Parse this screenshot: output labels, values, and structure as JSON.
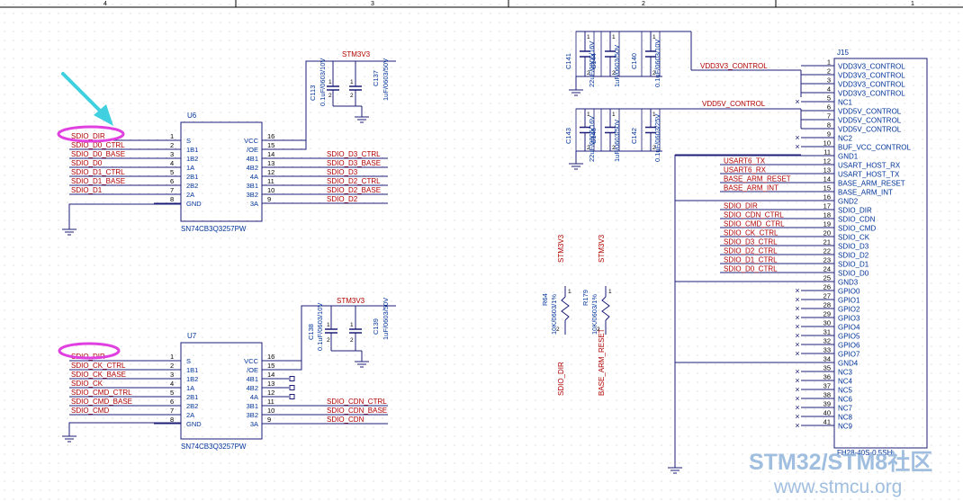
{
  "border": {
    "zones": [
      "4",
      "3",
      "2",
      "1"
    ]
  },
  "u6": {
    "ref": "U6",
    "part": "SN74CB3Q3257PW",
    "pins": [
      {
        "num": "1",
        "name": "S",
        "net": "SDIO_DIR"
      },
      {
        "num": "2",
        "name": "1B1",
        "net": "SDIO_D0_CTRL"
      },
      {
        "num": "3",
        "name": "1B2",
        "net": "SDIO_D0_BASE"
      },
      {
        "num": "4",
        "name": "1A",
        "net": "SDIO_D0"
      },
      {
        "num": "5",
        "name": "2B1",
        "net": "SDIO_D1_CTRL"
      },
      {
        "num": "6",
        "name": "2B2",
        "net": "SDIO_D1_BASE"
      },
      {
        "num": "7",
        "name": "2A",
        "net": "SDIO_D1"
      },
      {
        "num": "8",
        "name": "GND",
        "net": ""
      },
      {
        "num": "16",
        "name": "VCC",
        "net": ""
      },
      {
        "num": "15",
        "name": "/OE",
        "net": ""
      },
      {
        "num": "14",
        "name": "4B1",
        "net": "SDIO_D3_CTRL"
      },
      {
        "num": "13",
        "name": "4B2",
        "net": "SDIO_D3_BASE"
      },
      {
        "num": "12",
        "name": "4A",
        "net": "SDIO_D3"
      },
      {
        "num": "11",
        "name": "3B1",
        "net": "SDIO_D2_CTRL"
      },
      {
        "num": "10",
        "name": "3B2",
        "net": "SDIO_D2_BASE"
      },
      {
        "num": "9",
        "name": "3A",
        "net": "SDIO_D2"
      }
    ],
    "power": "STM3V3",
    "caps": [
      {
        "ref": "C113",
        "value": "0.1uF/0603/10V",
        "p1": "1",
        "p2": "2"
      },
      {
        "ref": "C137",
        "value": "1uF/0603/50V",
        "p1": "1",
        "p2": "2"
      }
    ]
  },
  "u7": {
    "ref": "U7",
    "part": "SN74CB3Q3257PW",
    "pins": [
      {
        "num": "1",
        "name": "S",
        "net": "SDIO_DIR"
      },
      {
        "num": "2",
        "name": "1B1",
        "net": "SDIO_CK_CTRL"
      },
      {
        "num": "3",
        "name": "1B2",
        "net": "SDIO_CK_BASE"
      },
      {
        "num": "4",
        "name": "1A",
        "net": "SDIO_CK"
      },
      {
        "num": "5",
        "name": "2B1",
        "net": "SDIO_CMD_CTRL"
      },
      {
        "num": "6",
        "name": "2B2",
        "net": "SDIO_CMD_BASE"
      },
      {
        "num": "7",
        "name": "2A",
        "net": "SDIO_CMD"
      },
      {
        "num": "8",
        "name": "GND",
        "net": ""
      },
      {
        "num": "16",
        "name": "VCC",
        "net": ""
      },
      {
        "num": "15",
        "name": "/OE",
        "net": ""
      },
      {
        "num": "14",
        "name": "4B1",
        "net": ""
      },
      {
        "num": "13",
        "name": "4B2",
        "net": ""
      },
      {
        "num": "12",
        "name": "4A",
        "net": ""
      },
      {
        "num": "11",
        "name": "3B1",
        "net": "SDIO_CDN_CTRL"
      },
      {
        "num": "10",
        "name": "3B2",
        "net": "SDIO_CDN_BASE"
      },
      {
        "num": "9",
        "name": "3A",
        "net": "SDIO_CDN"
      }
    ],
    "power": "STM3V3",
    "caps": [
      {
        "ref": "C138",
        "value": "0.1uF/0603/10V",
        "p1": "1",
        "p2": "2"
      },
      {
        "ref": "C139",
        "value": "1uF/0603/50V",
        "p1": "1",
        "p2": "2"
      }
    ]
  },
  "caps_top": [
    {
      "ref": "C141",
      "value": "22uF/0805/16V",
      "p1": "1",
      "p2": "2"
    },
    {
      "ref": "C144",
      "value": "1uF/0603/50V",
      "p1": "1",
      "p2": "2"
    },
    {
      "ref": "C140",
      "value": "0.1uF/0603/10V",
      "p1": "1",
      "p2": "2"
    }
  ],
  "caps_mid": [
    {
      "ref": "C143",
      "value": "22uF/0805/16V",
      "p1": "1",
      "p2": "2"
    },
    {
      "ref": "C145",
      "value": "1uF/0603/50V",
      "p1": "1",
      "p2": "2"
    },
    {
      "ref": "C142",
      "value": "0.1uF/0603/25V",
      "p1": "1",
      "p2": "2"
    }
  ],
  "nets": {
    "vdd3v3": "VDD3V3_CONTROL",
    "vdd5v": "VDD5V_CONTROL"
  },
  "resistors": [
    {
      "ref": "R64",
      "value": "10K/0603/1%",
      "power": "STM3V3",
      "net": "SDIO_DIR",
      "p1": "1",
      "p2": "2"
    },
    {
      "ref": "R179",
      "value": "10K/0603/1%",
      "power": "STM3V3",
      "net": "BASE_ARM_RESET",
      "p1": "1",
      "p2": "2"
    }
  ],
  "j15": {
    "ref": "J15",
    "part": "FH28-40S-0.5SH",
    "pins": [
      {
        "num": "1",
        "name": "VDD3V3_CONTROL",
        "net": ""
      },
      {
        "num": "2",
        "name": "VDD3V3_CONTROL",
        "net": ""
      },
      {
        "num": "3",
        "name": "VDD3V3_CONTROL",
        "net": ""
      },
      {
        "num": "4",
        "name": "VDD3V3_CONTROL",
        "net": ""
      },
      {
        "num": "5",
        "name": "NC1",
        "net": ""
      },
      {
        "num": "6",
        "name": "VDD5V_CONTROL",
        "net": ""
      },
      {
        "num": "7",
        "name": "VDD5V_CONTROL",
        "net": ""
      },
      {
        "num": "8",
        "name": "VDD5V_CONTROL",
        "net": ""
      },
      {
        "num": "9",
        "name": "NC2",
        "net": ""
      },
      {
        "num": "10",
        "name": "BUF_VCC_CONTROL",
        "net": ""
      },
      {
        "num": "11",
        "name": "GND1",
        "net": ""
      },
      {
        "num": "12",
        "name": "USART_HOST_RX",
        "net": "USART6_TX"
      },
      {
        "num": "13",
        "name": "USART_HOST_TX",
        "net": "USART6_RX"
      },
      {
        "num": "14",
        "name": "BASE_ARM_RESET",
        "net": "BASE_ARM_RESET"
      },
      {
        "num": "15",
        "name": "BASE_ARM_INT",
        "net": "BASE_ARM_INT"
      },
      {
        "num": "16",
        "name": "GND2",
        "net": ""
      },
      {
        "num": "17",
        "name": "SDIO_DIR",
        "net": "SDIO_DIR"
      },
      {
        "num": "18",
        "name": "SDIO_CDN",
        "net": "SDIO_CDN_CTRL"
      },
      {
        "num": "19",
        "name": "SDIO_CMD",
        "net": "SDIO_CMD_CTRL"
      },
      {
        "num": "20",
        "name": "SDIO_CK",
        "net": "SDIO_CK_CTRL"
      },
      {
        "num": "21",
        "name": "SDIO_D3",
        "net": "SDIO_D3_CTRL"
      },
      {
        "num": "22",
        "name": "SDIO_D2",
        "net": "SDIO_D2_CTRL"
      },
      {
        "num": "23",
        "name": "SDIO_D1",
        "net": "SDIO_D1_CTRL"
      },
      {
        "num": "24",
        "name": "SDIO_D0",
        "net": "SDIO_D0_CTRL"
      },
      {
        "num": "25",
        "name": "GND3",
        "net": ""
      },
      {
        "num": "26",
        "name": "GPIO0",
        "net": ""
      },
      {
        "num": "27",
        "name": "GPIO1",
        "net": ""
      },
      {
        "num": "28",
        "name": "GPIO2",
        "net": ""
      },
      {
        "num": "29",
        "name": "GPIO3",
        "net": ""
      },
      {
        "num": "30",
        "name": "GPIO4",
        "net": ""
      },
      {
        "num": "31",
        "name": "GPIO5",
        "net": ""
      },
      {
        "num": "32",
        "name": "GPIO6",
        "net": ""
      },
      {
        "num": "33",
        "name": "GPIO7",
        "net": ""
      },
      {
        "num": "34",
        "name": "GND4",
        "net": ""
      },
      {
        "num": "35",
        "name": "NC3",
        "net": ""
      },
      {
        "num": "36",
        "name": "NC4",
        "net": ""
      },
      {
        "num": "37",
        "name": "NC5",
        "net": ""
      },
      {
        "num": "38",
        "name": "NC6",
        "net": ""
      },
      {
        "num": "39",
        "name": "NC7",
        "net": ""
      },
      {
        "num": "40",
        "name": "NC8",
        "net": ""
      },
      {
        "num": "41",
        "name": "NC9",
        "net": ""
      }
    ]
  },
  "watermark": {
    "line1": "STM32/STM8社区",
    "line2": "www.stmcu.org"
  },
  "colors": {
    "wire": "#1c1c78",
    "net_label": "#b00000",
    "component": "#1c1c78",
    "text": "#003399",
    "pin_number": "#000000",
    "highlight": "#e040e0",
    "arrow": "#40d0e0",
    "background": "#ffffff",
    "grid_dot": "#c8c8c8"
  }
}
